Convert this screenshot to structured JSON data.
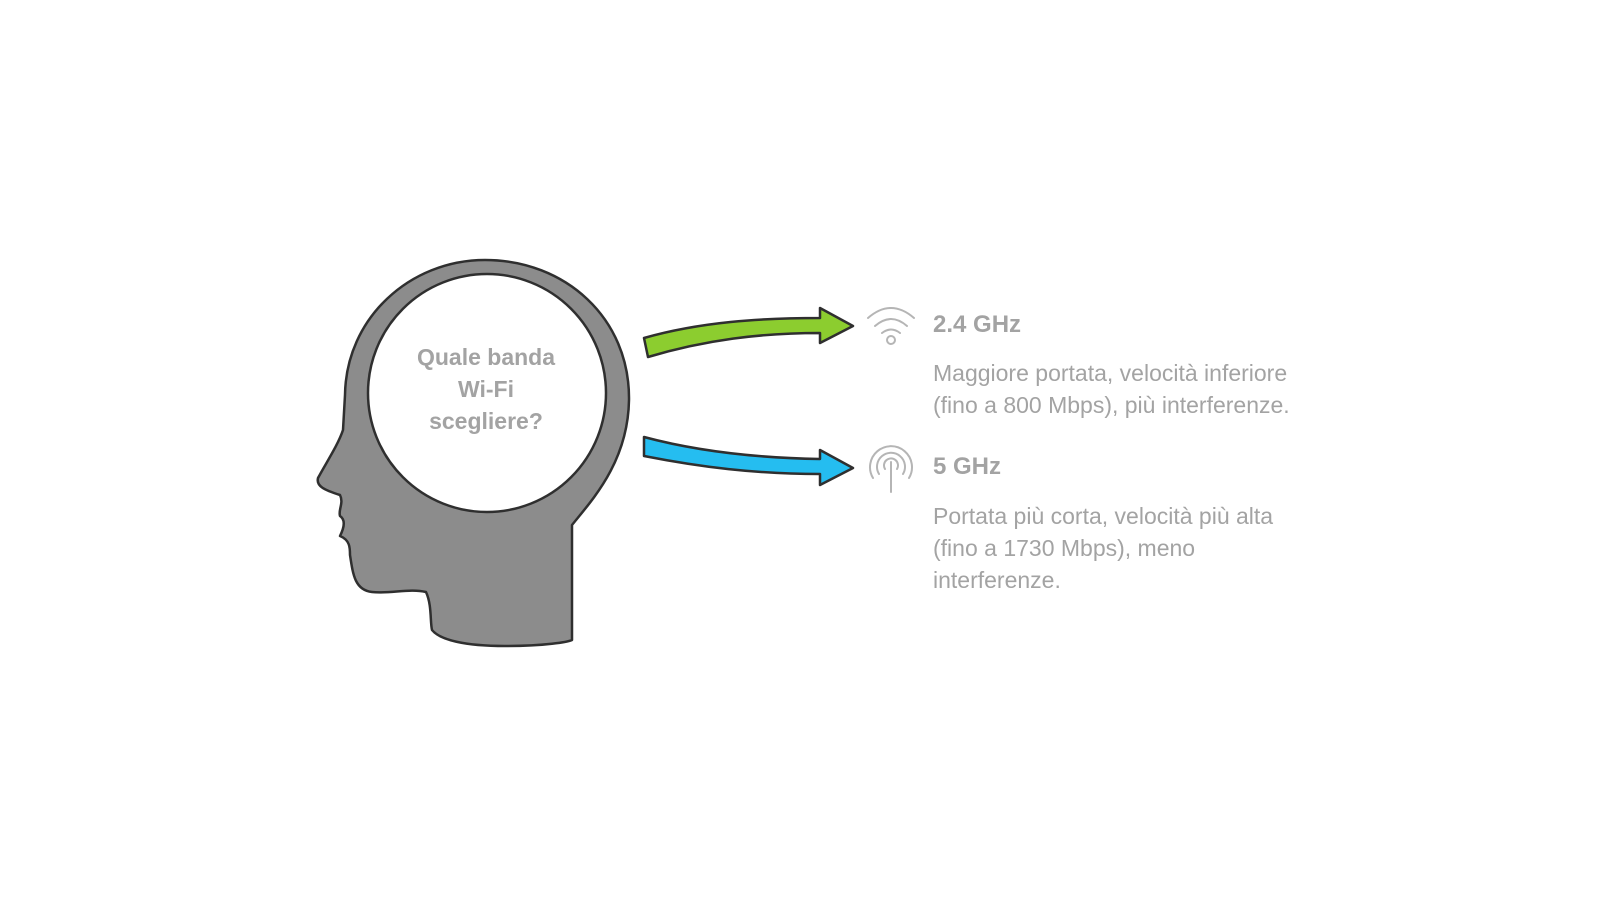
{
  "question": [
    "Quale banda",
    "Wi-Fi",
    "scegliere?"
  ],
  "options": [
    {
      "title": "2.4 GHz",
      "description": "Maggiore portata, velocità inferiore (fino a 800 Mbps), più interferenze.",
      "icon": "wifi-icon",
      "arrow_color": "#8ccd2f"
    },
    {
      "title": "5 GHz",
      "description": "Portata più corta, velocità più alta (fino a 1730 Mbps), meno interferenze.",
      "icon": "antenna-icon",
      "arrow_color": "#25bdf0"
    }
  ],
  "colors": {
    "head": "#8c8c8c",
    "outline": "#2f2f2f",
    "text": "#a3a3a3"
  }
}
